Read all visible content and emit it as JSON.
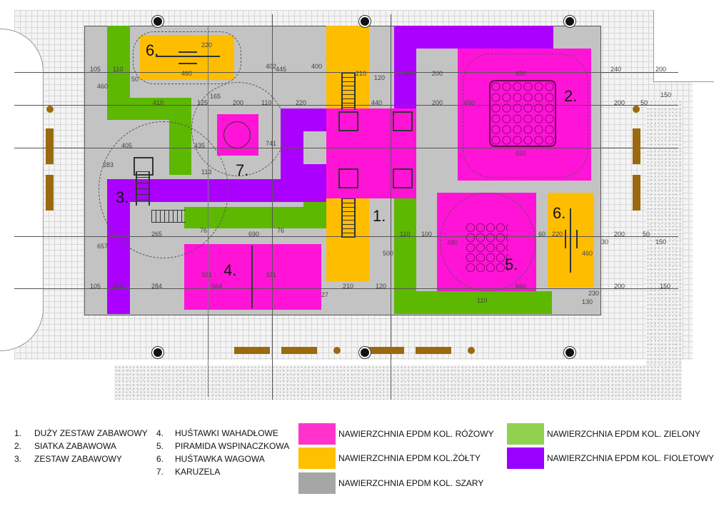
{
  "plan": {
    "labels": [
      "1.",
      "2.",
      "3.",
      "4.",
      "5.",
      "6.",
      "6.",
      "7."
    ],
    "dimensions": [
      "105",
      "110",
      "460",
      "50",
      "220",
      "460",
      "402",
      "445",
      "400",
      "210",
      "120",
      "440",
      "410",
      "125",
      "165",
      "200",
      "110",
      "220",
      "405",
      "435",
      "283",
      "113",
      "741",
      "200",
      "200",
      "110",
      "650",
      "650",
      "650",
      "240",
      "200",
      "150",
      "200",
      "50",
      "265",
      "76",
      "690",
      "76",
      "657",
      "105",
      "110",
      "284",
      "564",
      "321",
      "321",
      "27",
      "210",
      "120",
      "500",
      "110",
      "100",
      "480",
      "660",
      "60",
      "220",
      "460",
      "30",
      "200",
      "50",
      "150",
      "150",
      "230",
      "110",
      "130",
      "200"
    ]
  },
  "legend": {
    "items": [
      {
        "n": "1.",
        "label": "DUŻY ZESTAW ZABAWOWY"
      },
      {
        "n": "2.",
        "label": "SIATKA ZABAWOWA"
      },
      {
        "n": "3.",
        "label": "ZESTAW ZABAWOWY"
      },
      {
        "n": "4.",
        "label": "HUŚTAWKI WAHADŁOWE"
      },
      {
        "n": "5.",
        "label": "PIRAMIDA WSPINACZKOWA"
      },
      {
        "n": "6.",
        "label": "HUŚTAWKA WAGOWA"
      },
      {
        "n": "7.",
        "label": "KARUZELA"
      }
    ],
    "surfaces": [
      {
        "label": "NAWIERZCHNIA EPDM KOL. RÓŻOWY",
        "color": "#ff33cc"
      },
      {
        "label": "NAWIERZCHNIA EPDM KOL.ŻÓŁTY",
        "color": "#ffc000"
      },
      {
        "label": "NAWIERZCHNIA EPDM KOL. SZARY",
        "color": "#a6a6a6"
      },
      {
        "label": "NAWIERZCHNIA EPDM KOL. ZIELONY",
        "color": "#92d050"
      },
      {
        "label": "NAWIERZCHNIA EPDM KOL. FIOLETOWY",
        "color": "#9900ff"
      }
    ]
  }
}
